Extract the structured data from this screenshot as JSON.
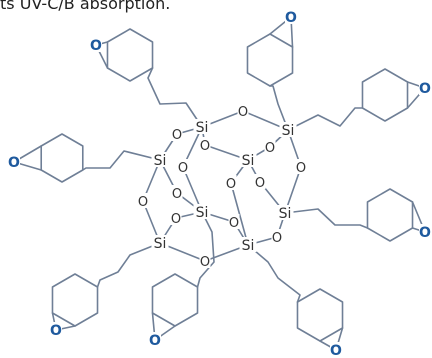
{
  "caption": "ts UV-C/B absorption.",
  "atoms": {
    "silicon": "Si",
    "oxygen": "O",
    "epoxide_oxygen": "O"
  },
  "colors": {
    "bond": "#6f7f96",
    "epoxide_oxygen": "#1f5a9e",
    "text": "#333333"
  }
}
